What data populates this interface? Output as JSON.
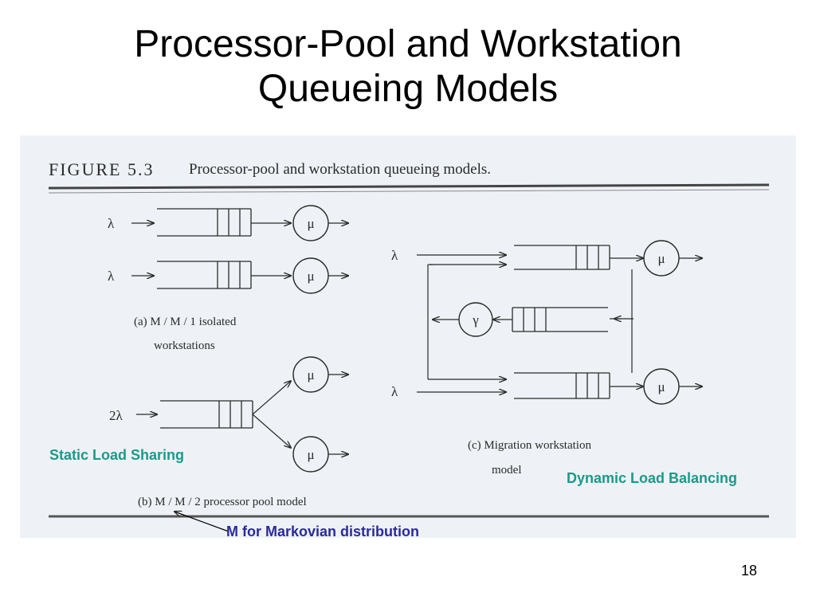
{
  "slide": {
    "title_line1": "Processor-Pool and Workstation",
    "title_line2": "Queueing Models",
    "page_number": "18"
  },
  "figure": {
    "caption_label": "FIGURE 5.3",
    "caption_text": "Processor-pool and workstation queueing models.",
    "panel_a": {
      "arrival_1": "λ",
      "arrival_2": "λ",
      "server_1": "μ",
      "server_2": "μ",
      "label_line1": "(a)  M / M / 1  isolated",
      "label_line2": "workstations"
    },
    "panel_b": {
      "arrival": "2λ",
      "server_1": "μ",
      "server_2": "μ",
      "label": "(b)  M / M / 2  processor  pool  model"
    },
    "panel_c": {
      "arrival_1": "λ",
      "arrival_2": "λ",
      "server_1": "μ",
      "server_2": "μ",
      "migration_server": "γ",
      "label_line1": "(c)  Migration  workstation",
      "label_line2": "model"
    }
  },
  "annotations": {
    "static": "Static Load Sharing",
    "dynamic": "Dynamic Load Balancing",
    "markov": "M for Markovian distribution"
  },
  "colors": {
    "annotation_teal": "#1a9a8a",
    "annotation_blue": "#2a2a9a",
    "scan_background": "#eef2f6"
  }
}
